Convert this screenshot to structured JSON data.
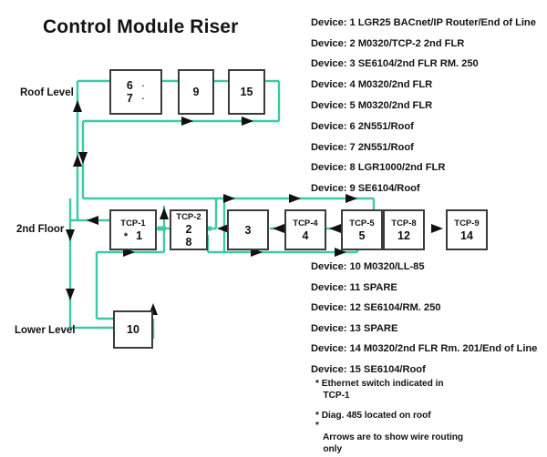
{
  "diagram": {
    "title": "Control Module Riser",
    "wire_color": "#3cc9a7",
    "box_border_color": "#3b3b3b",
    "levels": [
      {
        "name": "roof-level",
        "label": "Roof Level"
      },
      {
        "name": "second-floor",
        "label": "2nd Floor"
      },
      {
        "name": "lower-level",
        "label": "Lower Level"
      }
    ],
    "roof_boxes": [
      {
        "name": "roof-box-6-7",
        "tcp": "",
        "line1": "6",
        "line2": "7",
        "dot1": "·",
        "dot2": "·"
      },
      {
        "name": "roof-box-9",
        "tcp": "",
        "line1": "9",
        "line2": "",
        "dot1": "",
        "dot2": ""
      },
      {
        "name": "roof-box-15",
        "tcp": "",
        "line1": "15",
        "line2": "",
        "dot1": "",
        "dot2": ""
      }
    ],
    "floor_boxes": [
      {
        "name": "box-tcp-1",
        "tcp": "TCP-1",
        "star": "*",
        "num": "1",
        "num2": ""
      },
      {
        "name": "box-tcp-2",
        "tcp": "TCP-2",
        "star": "",
        "num": "2",
        "num2": "8"
      },
      {
        "name": "box-3",
        "tcp": "",
        "star": "",
        "num": "3",
        "num2": ""
      },
      {
        "name": "box-tcp-4",
        "tcp": "TCP-4",
        "star": "",
        "num": "4",
        "num2": ""
      },
      {
        "name": "box-tcp-5",
        "tcp": "TCP-5",
        "star": "",
        "num": "5",
        "num2": ""
      },
      {
        "name": "box-tcp-8",
        "tcp": "TCP-8",
        "star": "",
        "num": "12",
        "num2": ""
      },
      {
        "name": "box-tcp-9",
        "tcp": "TCP-9",
        "star": "",
        "num": "14",
        "num2": ""
      }
    ],
    "lower_boxes": [
      {
        "name": "box-10",
        "tcp": "",
        "num": "10"
      }
    ]
  },
  "device_list_top": [
    "Device: 1 LGR25 BACnet/IP Router/End of Line",
    "Device: 2 M0320/TCP-2 2nd FLR",
    "Device: 3 SE6104/2nd FLR RM. 250",
    "Device: 4 M0320/2nd FLR",
    "Device: 5 M0320/2nd FLR",
    "Device: 6 2N551/Roof",
    "Device: 7 2N551/Roof",
    "Device: 8 LGR1000/2nd FLR",
    "Device: 9 SE6104/Roof"
  ],
  "device_list_bottom": [
    "Device: 10 M0320/LL-85",
    "Device: 11 SPARE",
    "Device: 12 SE6104/RM. 250",
    "Device: 13 SPARE",
    "Device: 14 M0320/2nd FLR Rm. 201/End of Line",
    "Device: 15 SE6104/Roof"
  ],
  "notes": [
    "* Ethernet switch indicated in\n   TCP-1",
    "* Diag. 485 located on roof",
    "*",
    "   Arrows are to show wire routing\n   only"
  ]
}
